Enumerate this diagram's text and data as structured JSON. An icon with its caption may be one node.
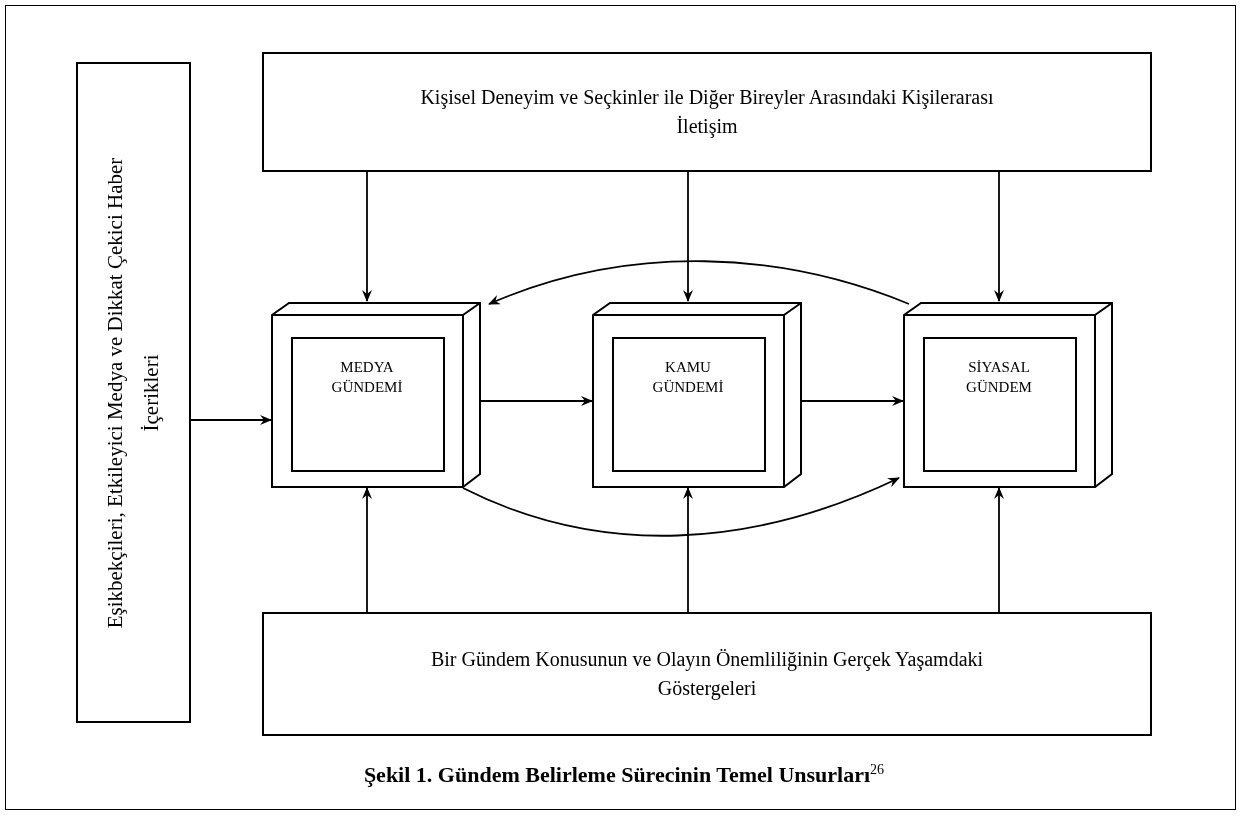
{
  "diagram": {
    "caption": "Şekil 1. Gündem Belirleme Sürecinin Temel Unsurları$^{26}$",
    "nodes": [
      {
        "text": [
          "Kişisel Deneyim ve Seçkinler ile Diğer Bireyler Arasındaki Kişilerarası İletişim"
        ]
      },
      {
        "text": [
          "Eşikbekçileri, Etkileyici Medya ve Dikkat Çekici Haber İçerikleri"
        ]
      },
      {
        "text": [
          "MEDYA GÜNDEMİ"
        ]
      },
      {
        "text": [
          "KAMU GÜNDEMİ"
        ]
      },
      {
        "text": [
          "SİYASAL GÜNDEM"
        ]
      },
      {
        "text": [
          "Bir Gündem Konusunun ve Olayın Önemliliğinin Gerçek Yaşamdaki Göstergeleri"
        ]
      }
    ],
    "edges": [
      {
        "from": 0,
        "to": 2,
        "arrow": "to"
      },
      {
        "from": 0,
        "to": 3,
        "arrow": "to"
      },
      {
        "from": 0,
        "to": 4,
        "arrow": "to"
      },
      {
        "from": 1,
        "to": 2,
        "arrow": "to"
      },
      {
        "from": 2,
        "to": 3,
        "arrow": "to"
      },
      {
        "from": 3,
        "to": 4,
        "arrow": "to"
      },
      {
        "from": 4,
        "to": 2,
        "arrow": "to"
      },
      {
        "from": 2,
        "to": 4,
        "arrow": "to"
      },
      {
        "from": 5,
        "to": 2,
        "arrow": "to"
      },
      {
        "from": 5,
        "to": 3,
        "arrow": "to"
      },
      {
        "from": 5,
        "to": 4,
        "arrow": "to"
      }
    ]
  }
}
